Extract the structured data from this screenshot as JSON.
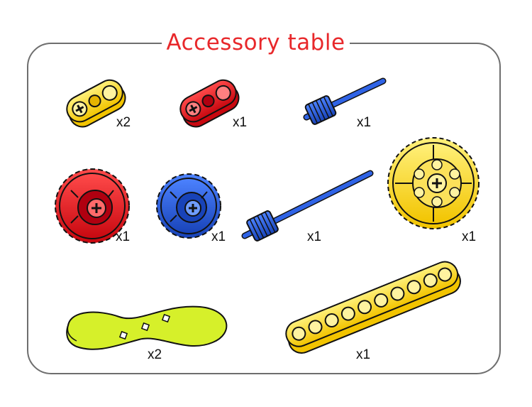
{
  "title": "Accessory table",
  "colors": {
    "title": "#e8282b",
    "yellow": "#fcd814",
    "red": "#e8131a",
    "blue": "#1f53d6",
    "lime": "#d6f02a",
    "frame": "#6e6e6e"
  },
  "parts": [
    {
      "icon": "yellow-small-beam-icon",
      "qty": "x2"
    },
    {
      "icon": "red-small-beam-icon",
      "qty": "x1"
    },
    {
      "icon": "blue-short-axle-gear-icon",
      "qty": "x1"
    },
    {
      "icon": "red-gear-icon",
      "qty": "x1"
    },
    {
      "icon": "blue-gear-icon",
      "qty": "x1"
    },
    {
      "icon": "blue-long-axle-gear-icon",
      "qty": "x1"
    },
    {
      "icon": "yellow-large-gear-icon",
      "qty": "x1"
    },
    {
      "icon": "lime-propeller-icon",
      "qty": "x2"
    },
    {
      "icon": "yellow-long-beam-icon",
      "qty": "x1"
    }
  ]
}
